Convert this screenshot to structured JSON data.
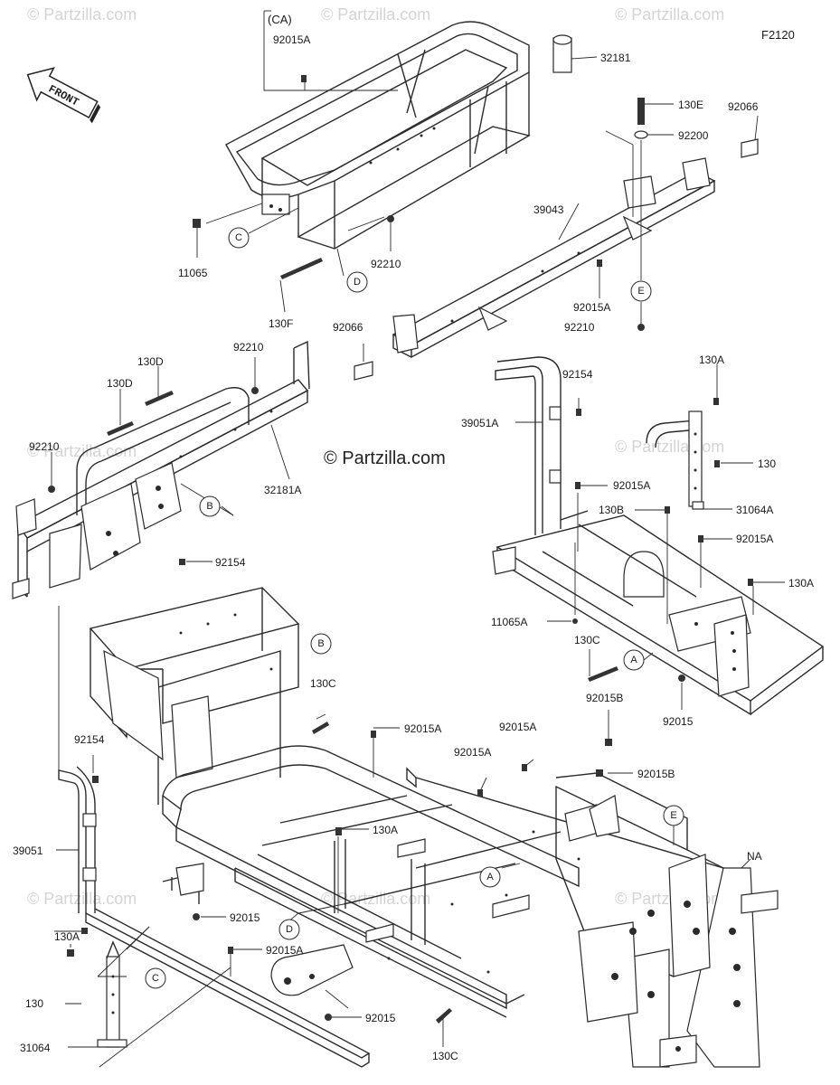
{
  "diagram_code": "F2120",
  "credit": "© Partzilla.com",
  "watermark": "© Partzilla.com",
  "front_arrow": "FRONT",
  "bracket_label": "(CA)",
  "ref_marks": [
    "A",
    "B",
    "C",
    "D",
    "E"
  ],
  "part_labels": {
    "p32181": "32181",
    "p92015A_ca": "92015A",
    "p130E": "130E",
    "p92066_top": "92066",
    "p92200": "92200",
    "p39043": "39043",
    "p11065": "11065",
    "p92210_a": "92210",
    "p130F": "130F",
    "p92015A_b": "92015A",
    "p92210_b": "92210",
    "p92066_b": "92066",
    "p130D_a": "130D",
    "p130D_b": "130D",
    "p92210_c": "92210",
    "p92210_d": "92210",
    "p32181A": "32181A",
    "p92154_a": "92154",
    "p39051A": "39051A",
    "p130A_a": "130A",
    "p92015A_c": "92015A",
    "p130": "130",
    "p130B": "130B",
    "p31064A": "31064A",
    "p92015A_d": "92015A",
    "p130A_b": "130A",
    "p11065A": "11065A",
    "p130C_a": "130C",
    "p92015B_a": "92015B",
    "p92015_a": "92015",
    "p92154_b": "92154",
    "p130C_b": "130C",
    "p92015A_e": "92015A",
    "p92015A_f": "92015A",
    "p92015A_g": "92015A",
    "p92015B_b": "92015B",
    "p92154_c": "92154",
    "p130A_c": "130A",
    "p39051": "39051",
    "pNA": "NA",
    "p92015_b": "92015",
    "p92015A_h": "92015A",
    "p130A_d": "130A",
    "p130_b": "130",
    "p31064": "31064",
    "p92015_c": "92015",
    "p130C_c": "130C"
  }
}
